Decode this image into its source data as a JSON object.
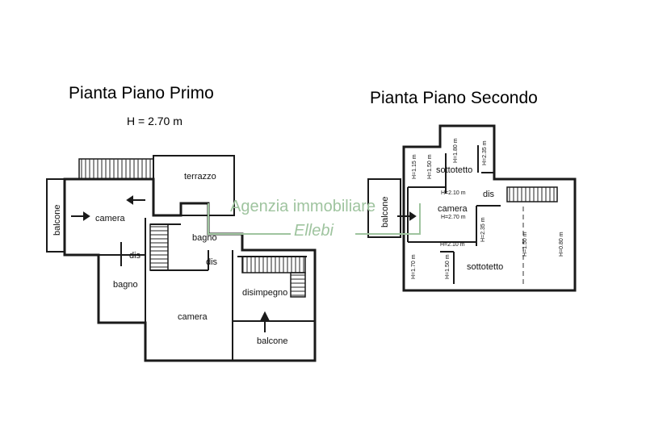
{
  "plans": {
    "first": {
      "title": "Pianta Piano Primo",
      "height_note": "H = 2.70 m",
      "rooms": {
        "terrazzo": "terrazzo",
        "balcone_left": "balcone",
        "camera_left": "camera",
        "dis_left": "dis",
        "bagno_left": "bagno",
        "bagno_center": "bagno",
        "dis_center": "dis",
        "disimpegno": "disimpegno",
        "camera_center": "camera",
        "balcone_bottom": "balcone"
      }
    },
    "second": {
      "title": "Pianta Piano Secondo",
      "rooms": {
        "balcone": "balcone",
        "sottotetto_top": "sottotetto",
        "camera": "camera",
        "dis": "dis",
        "sottotetto_bottom": "sottotetto"
      },
      "heights": {
        "h1": "H=1.15 m",
        "h2": "H=1.50 m",
        "h3": "H=1.80 m",
        "h4": "H=2.35 m",
        "h5": "H=2.10 m",
        "h6": "H=2.70 m",
        "h7": "H=2.35 m",
        "h8": "H=2.10 m",
        "h9": "H=1.70 m",
        "h10": "H=1.50 m",
        "h11": "H=1.50 m",
        "h12": "H=0.80 m"
      }
    }
  },
  "watermark": {
    "line1": "Agenzia immobiliare",
    "line2": "Ellebi",
    "color": "#9fc49f"
  },
  "colors": {
    "wall": "#1a1a1a",
    "background": "#ffffff"
  }
}
